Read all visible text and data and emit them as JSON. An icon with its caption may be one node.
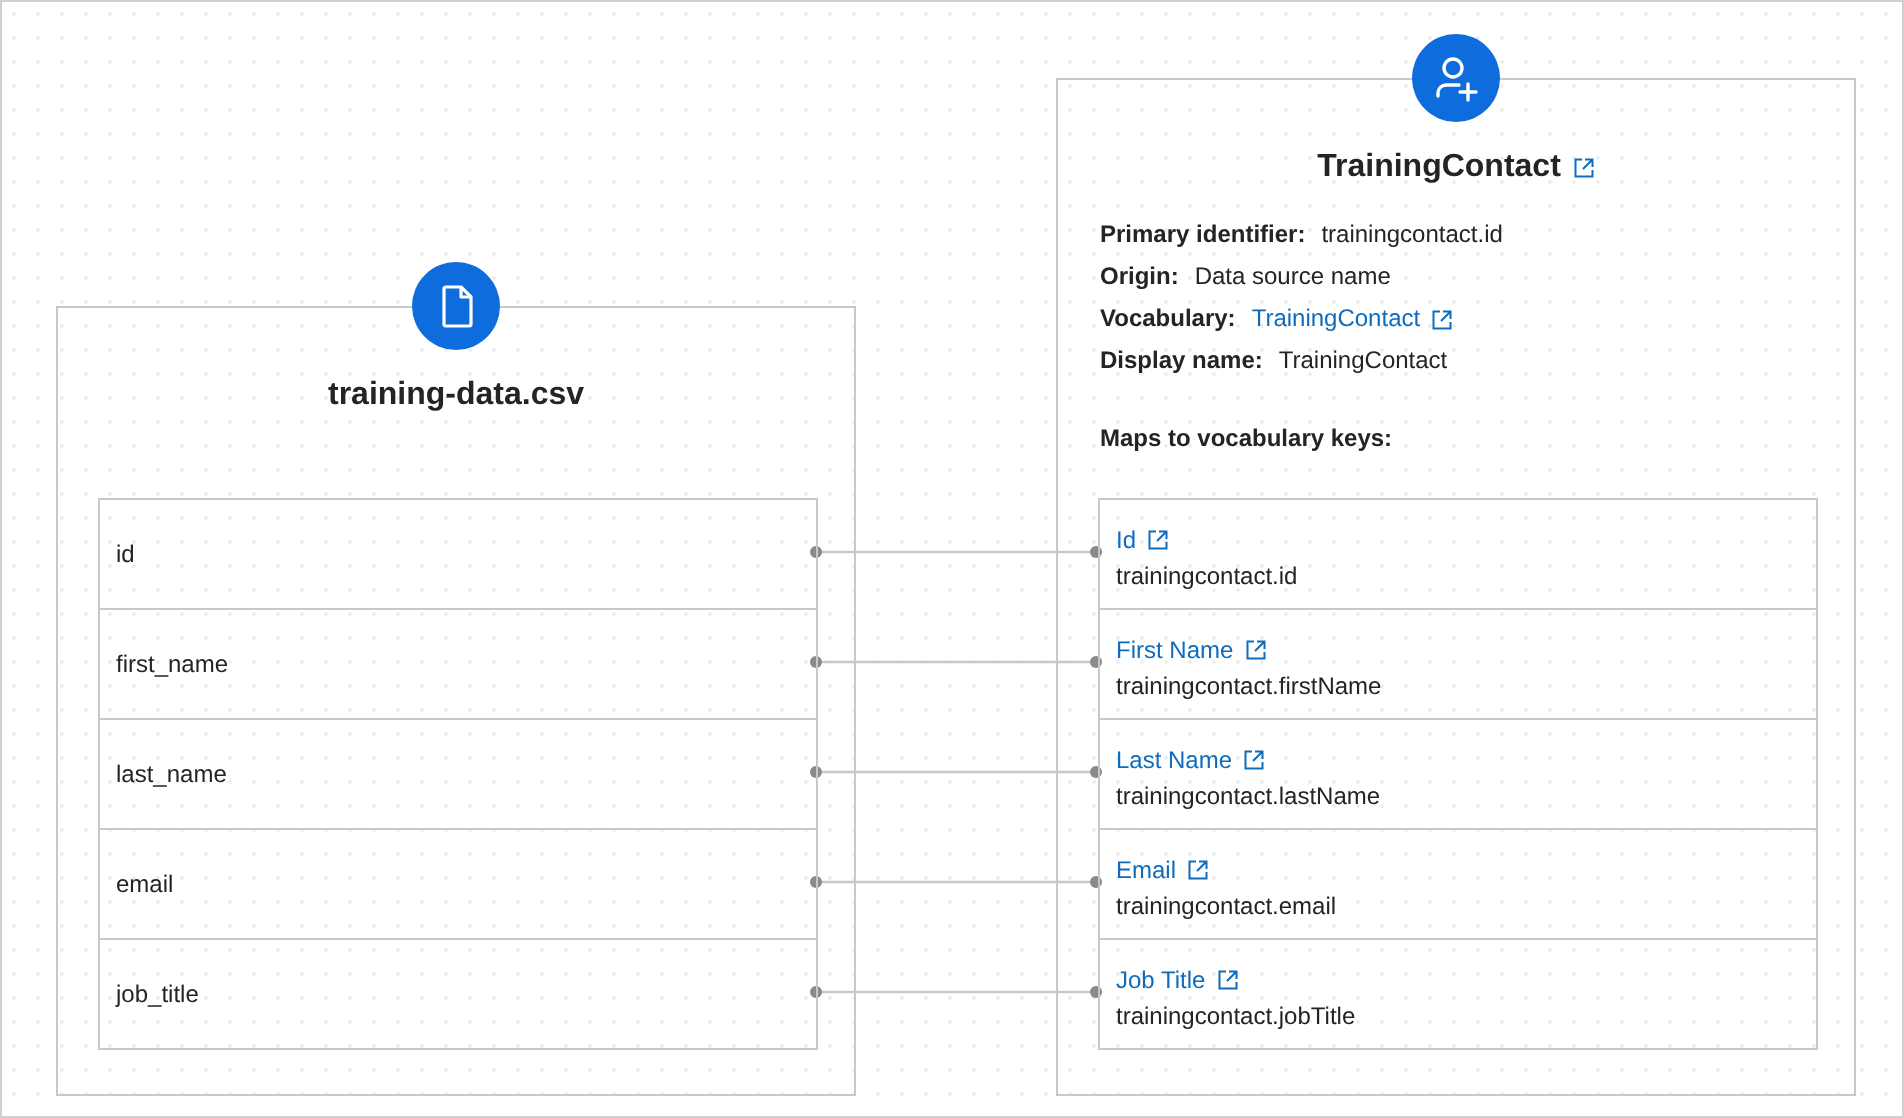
{
  "diagram": {
    "nodes": [
      {
        "text": [
          "training-data.csv"
        ]
      },
      {
        "text": [
          "id"
        ],
        "in": 0
      },
      {
        "text": [
          "first_name"
        ],
        "in": 0
      },
      {
        "text": [
          "last_name"
        ],
        "in": 0
      },
      {
        "text": [
          "email"
        ],
        "in": 0
      },
      {
        "text": [
          "job_title"
        ],
        "in": 0
      },
      {
        "text": [
          "TrainingContact",
          "Primary identifier:",
          "trainingcontact.id",
          "Origin:",
          "Data source name",
          "Vocabulary:",
          "TrainingContact",
          "Display name:",
          "TrainingContact",
          "Maps to vocabulary keys:"
        ]
      },
      {
        "text": [
          "Id",
          "trainingcontact.id"
        ],
        "in": 6
      },
      {
        "text": [
          "First Name",
          "trainingcontact.firstName"
        ],
        "in": 6
      },
      {
        "text": [
          "Last Name",
          "trainingcontact.lastName"
        ],
        "in": 6
      },
      {
        "text": [
          "Email",
          "trainingcontact.email"
        ],
        "in": 6
      },
      {
        "text": [
          "Job Title",
          "trainingcontact.jobTitle"
        ],
        "in": 6
      }
    ],
    "edges": [
      {
        "from": 1,
        "to": 7,
        "arrow": "other"
      },
      {
        "from": 2,
        "to": 8,
        "arrow": "other"
      },
      {
        "from": 3,
        "to": 9,
        "arrow": "other"
      },
      {
        "from": 4,
        "to": 10,
        "arrow": "other"
      },
      {
        "from": 5,
        "to": 11,
        "arrow": "other"
      }
    ]
  }
}
